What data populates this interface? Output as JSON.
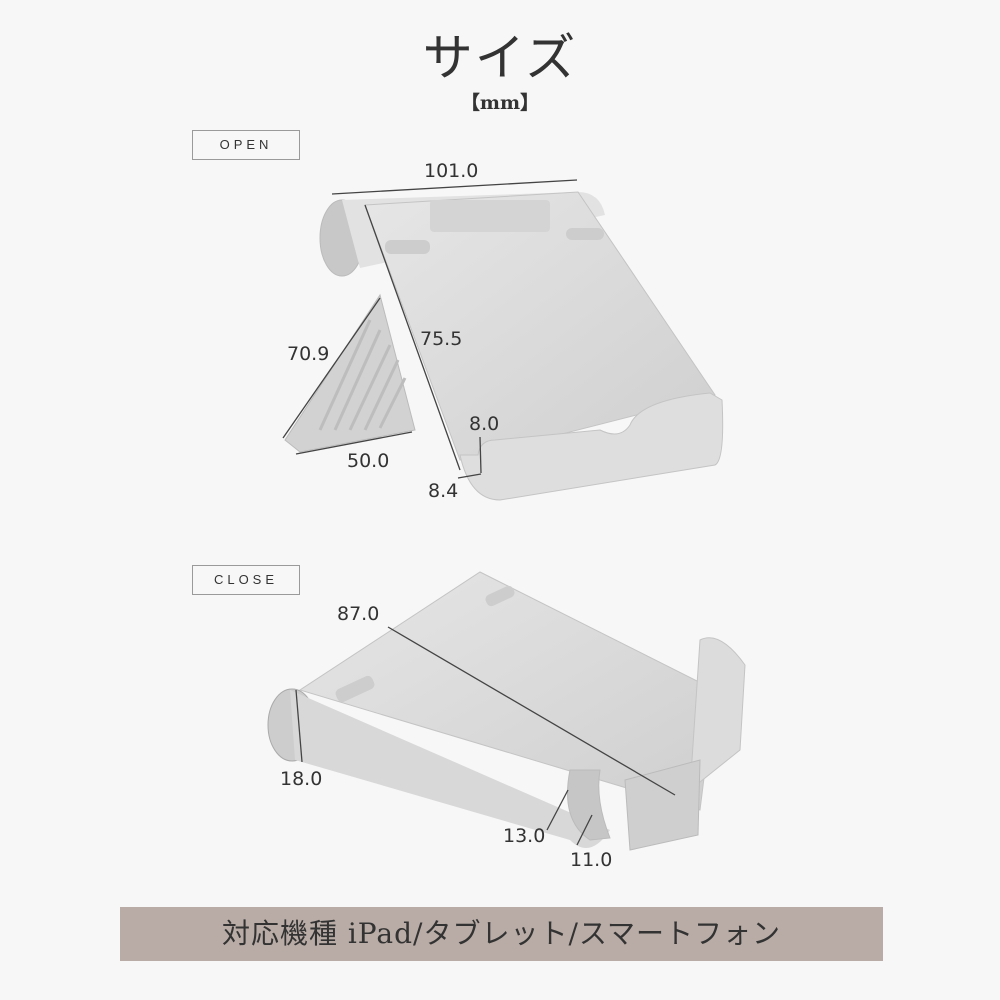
{
  "header": {
    "title": "サイズ",
    "unit": "【mm】"
  },
  "open_section": {
    "label": "OPEN",
    "dimensions": {
      "width": "101.0",
      "back_height": "75.5",
      "leg_length": "70.9",
      "leg_base": "50.0",
      "lip_height": "8.0",
      "slot_width": "8.4"
    }
  },
  "close_section": {
    "label": "CLOSE",
    "dimensions": {
      "length": "87.0",
      "roll_diameter": "18.0",
      "slot_height": "13.0",
      "slot_depth": "11.0"
    }
  },
  "footer": {
    "compatible_devices": "対応機種  iPad/タブレット/スマートフォン"
  },
  "colors": {
    "background": "#f7f7f7",
    "banner": "#b9aca6",
    "text": "#333333",
    "product_silver": "#dcdcdc"
  }
}
